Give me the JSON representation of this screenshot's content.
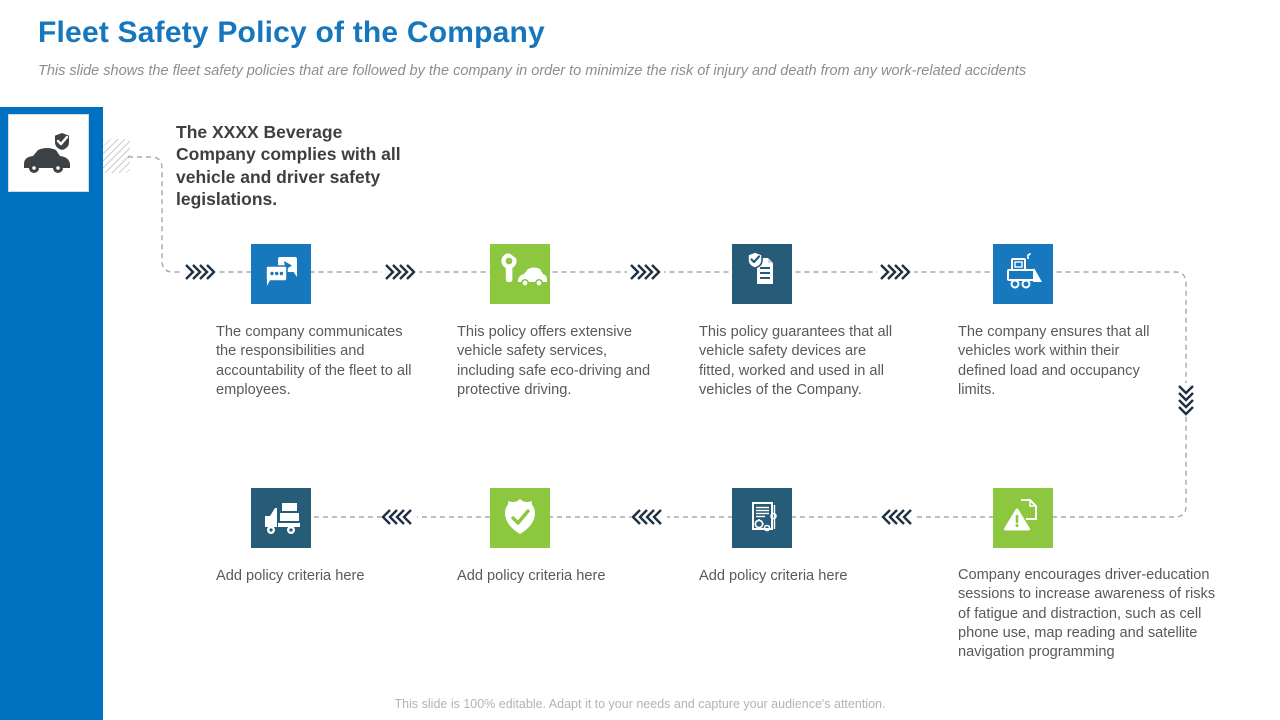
{
  "slide": {
    "title": "Fleet Safety Policy of the Company",
    "subtitle": "This slide shows the fleet safety policies that are followed by the company in order to minimize the risk of injury and death from any work-related accidents",
    "statement": "The XXXX Beverage Company complies with all vehicle and driver safety legislations.",
    "footer": "This slide is 100% editable. Adapt it to your needs and capture your audience's attention."
  },
  "colors": {
    "title_blue": "#1777bd",
    "sidebar_blue": "#0070c0",
    "icon_blue": "#1878be",
    "icon_green": "#8dc63f",
    "icon_dark_blue": "#265c78",
    "chevron_dark": "#1d3144",
    "dash_gray": "#a8a8a8",
    "body_text_gray": "#595959",
    "footer_gray": "#b3b3b3"
  },
  "hero": {
    "icon": "car-shield-icon"
  },
  "flow": {
    "top_row": [
      {
        "icon": "chat-bubbles-icon",
        "text": "The company communicates the responsibilities and accountability of the fleet to all employees."
      },
      {
        "icon": "car-service-icon",
        "text": "This policy offers extensive vehicle safety services, including safe eco-driving and protective driving."
      },
      {
        "icon": "shield-document-icon",
        "text": "This policy guarantees that all vehicle safety devices are fitted, worked and used in all vehicles of the Company."
      },
      {
        "icon": "loader-vehicle-icon",
        "text": "The company ensures that all vehicles work within their defined load and occupancy limits."
      }
    ],
    "bottom_row": [
      {
        "icon": "delivery-truck-icon",
        "text": "Add policy criteria here"
      },
      {
        "icon": "shield-check-icon",
        "text": "Add policy criteria here"
      },
      {
        "icon": "newspaper-gears-icon",
        "text": "Add policy criteria here"
      },
      {
        "icon": "document-warning-icon",
        "text": "Company encourages driver-education sessions to increase awareness of risks of fatigue and distraction, such as cell phone use, map reading and satellite navigation programming"
      }
    ]
  }
}
